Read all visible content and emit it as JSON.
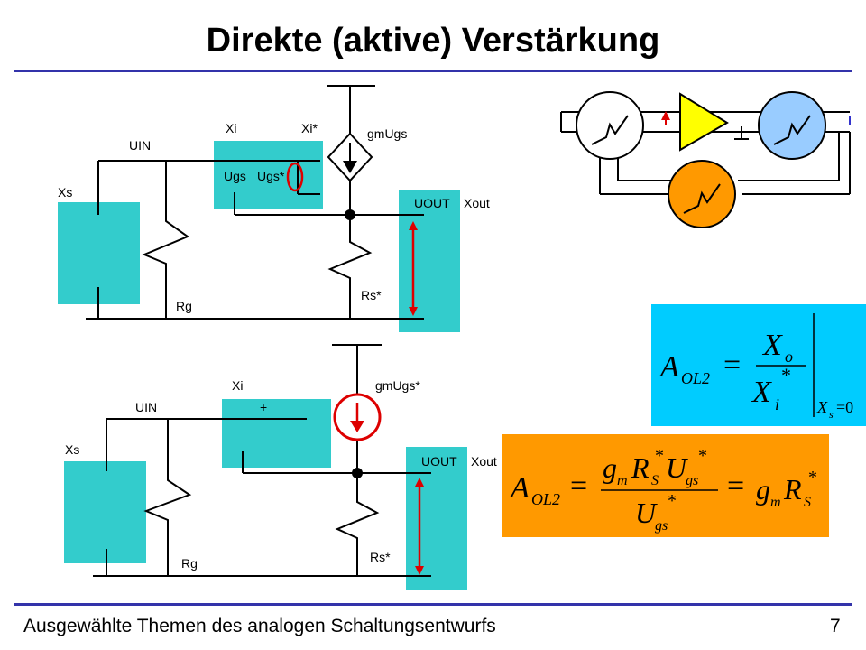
{
  "title": "Direkte (aktive) Verstärkung",
  "footer": "Ausgewählte Themen des analogen Schaltungsentwurfs",
  "page_number": "7",
  "colors": {
    "rule": "#3333aa",
    "block": "#33cccc",
    "wire": "#000000",
    "arrow": "#dd0000",
    "eq1_bg": "#00ccff",
    "eq2_bg": "#ff9900",
    "amp_yellow": "#ffff00",
    "circle_blue": "#99ccff",
    "circle_orange": "#ff9900"
  },
  "circuit_top": {
    "xs": "Xs",
    "uin": "UIN",
    "xi": "Xi",
    "xi_star": "Xi*",
    "ugs": "Ugs",
    "ugs_star": "Ugs*",
    "gmugs": "gmUgs",
    "uout": "UOUT",
    "xout": "Xout",
    "rg": "Rg",
    "rs_star": "Rs*"
  },
  "circuit_bottom": {
    "xs": "Xs",
    "uin": "UIN",
    "xi": "Xi",
    "plus": "+",
    "gmugs_star": "gmUgs*",
    "uout": "UOUT",
    "xout": "Xout",
    "rg": "Rg",
    "rs_star": "Rs*"
  },
  "equation1": {
    "lhs_main": "A",
    "lhs_sub": "OL2",
    "eq": "=",
    "num_var": "X",
    "num_sub": "o",
    "den_var": "X",
    "den_sub": "i",
    "den_sup": "*",
    "cond_var": "X",
    "cond_sub": "s",
    "cond_rest": "=0"
  },
  "equation2": {
    "lhs_main": "A",
    "lhs_sub": "OL2",
    "eq1": "=",
    "num_g": "g",
    "num_g_sub": "m",
    "num_r": "R",
    "num_r_sub": "S",
    "num_r_sup": "*",
    "num_u": "U",
    "num_u_sub": "gs",
    "num_u_sup": "*",
    "den_u": "U",
    "den_u_sub": "gs",
    "den_u_sup": "*",
    "eq2": "=",
    "rhs_g": "g",
    "rhs_g_sub": "m",
    "rhs_r": "R",
    "rhs_r_sub": "S",
    "rhs_r_sup": "*"
  }
}
